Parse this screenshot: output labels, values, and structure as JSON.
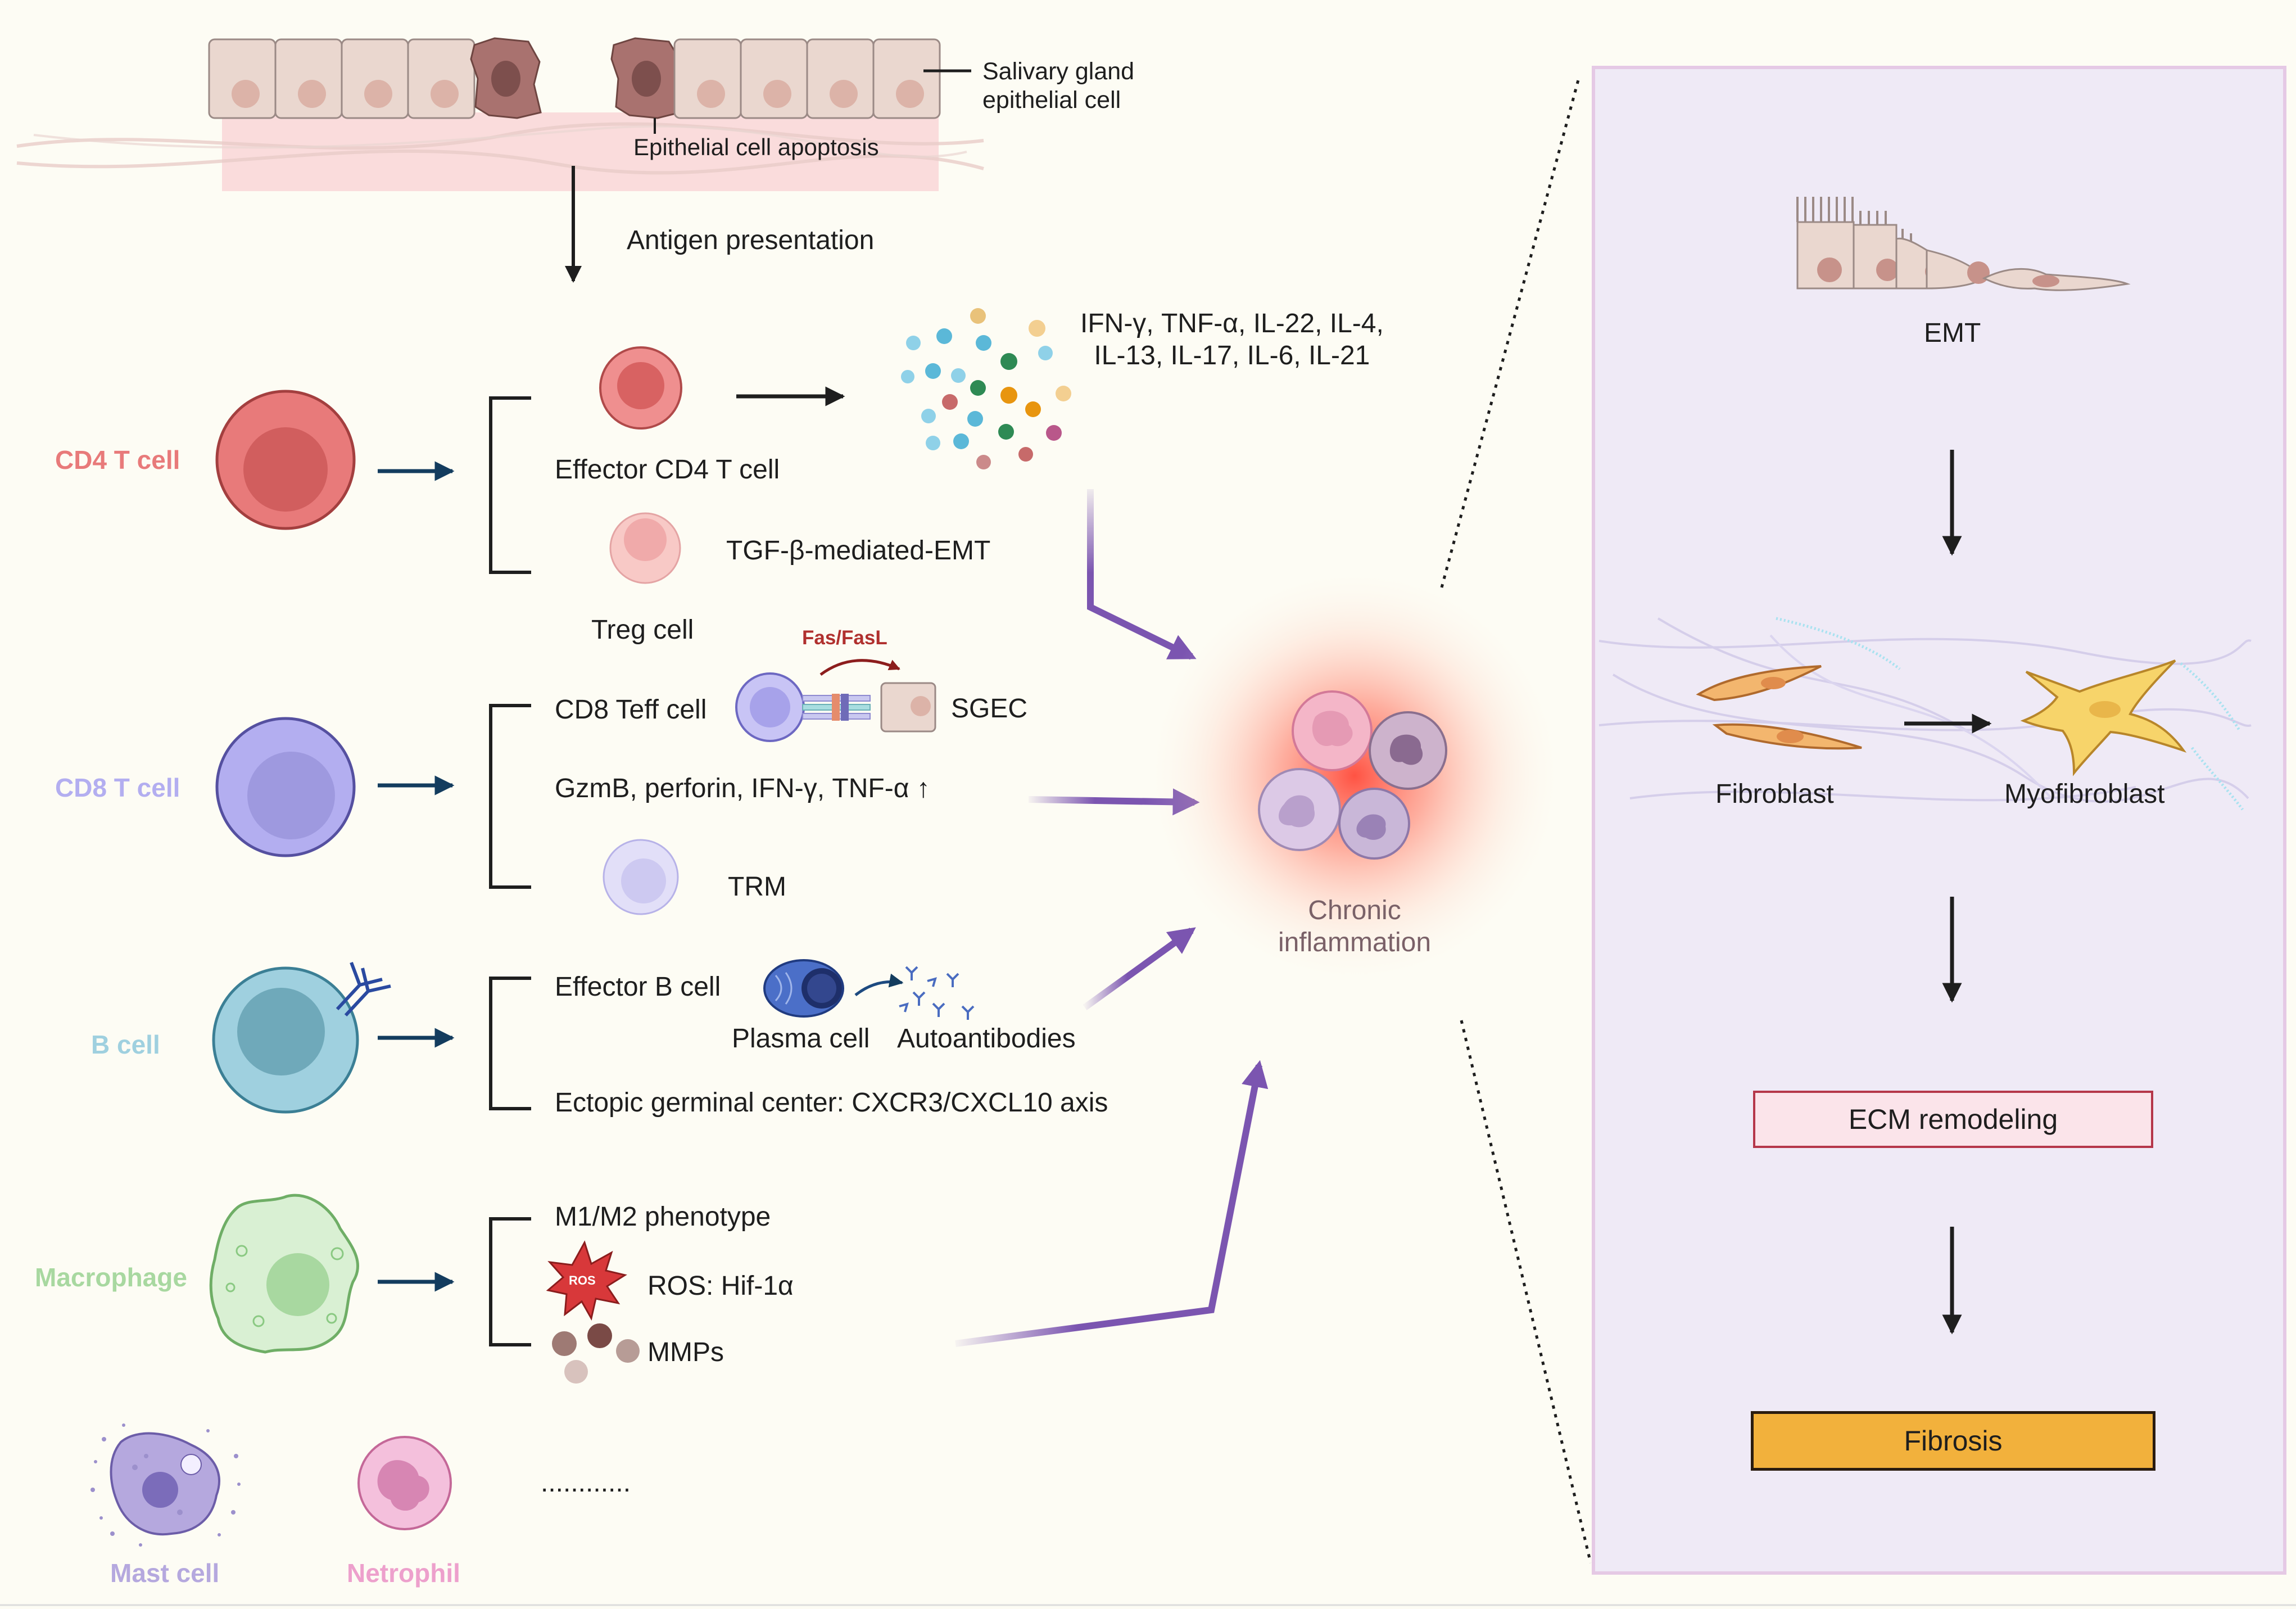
{
  "epithelium": {
    "cell_label": "Salivary gland\nepithelial cell",
    "apoptosis_label": "Epithelial cell apoptosis",
    "antigen_label": "Antigen presentation"
  },
  "cd4": {
    "name": "CD4 T cell",
    "effector": "Effector CD4 T cell",
    "cytokines": "IFN-γ, TNF-α, IL-22, IL-4,\nIL-13, IL-17, IL-6, IL-21",
    "emt": "TGF-β-mediated-EMT",
    "treg": "Treg cell"
  },
  "cd8": {
    "name": "CD8 T cell",
    "teff": "CD8 Teff cell",
    "fas": "Fas/FasL",
    "sgec": "SGEC",
    "effectors": "GzmB, perforin, IFN-γ, TNF-α ↑",
    "trm": "TRM"
  },
  "bcell": {
    "name": "B cell",
    "effector": "Effector B cell",
    "plasma": "Plasma cell",
    "autoantibodies": "Autoantibodies",
    "germinal": "Ectopic germinal center: CXCR3/CXCL10 axis"
  },
  "macrophage": {
    "name": "Macrophage",
    "phenotype": "M1/M2 phenotype",
    "ros_badge": "ROS",
    "ros": "ROS: Hif-1α",
    "mmps": "MMPs"
  },
  "other_cells": {
    "mast": "Mast cell",
    "neutrophil": "Netrophil",
    "ellipsis": "............"
  },
  "center": {
    "label": "Chronic\ninflammation"
  },
  "fibrosis_panel": {
    "emt": "EMT",
    "fibroblast": "Fibroblast",
    "myofibroblast": "Myofibroblast",
    "ecm": "ECM remodeling",
    "fibrosis": "Fibrosis"
  },
  "colors": {
    "cd4": "#e87a7a",
    "cd8": "#b3aef0",
    "bcell": "#9fd0df",
    "macrophage": "#a8d8a0",
    "mast": "#b5a8de",
    "neutrophil": "#eda0cc",
    "purple_arrow": "#7b55b0",
    "navy_arrow": "#133c5e",
    "panel_bg": "#efeaf6",
    "panel_border": "#e5c9e5",
    "ecm_fill": "#fbe4ea",
    "ecm_border": "#b5374a",
    "fibrosis_fill": "#f2b13c",
    "fibrosis_border": "#2a1c10"
  }
}
